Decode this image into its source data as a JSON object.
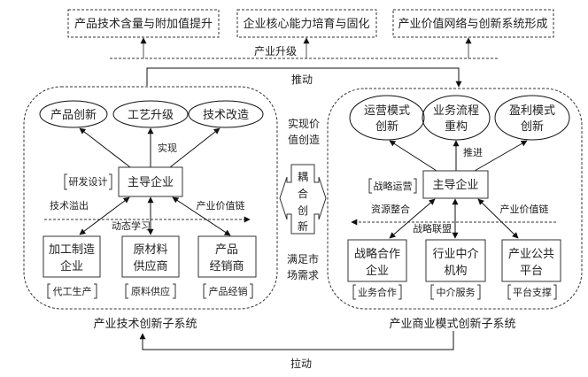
{
  "diagram": {
    "top_outcomes": [
      "产品技术含量与附加值提升",
      "企业核心能力培育与固化",
      "产业价值网络与创新系统形成"
    ],
    "industry_upgrade_label": "产业升级",
    "push_label": "推动",
    "pull_label": "拉动",
    "left_subsystem": {
      "title": "产业技术创新子系统",
      "outcomes": [
        "产品创新",
        "工艺升级",
        "技术改造"
      ],
      "realize_label": "实现",
      "core_firm": "主导企业",
      "core_role": "研发设计",
      "spillover_label": "技术溢出",
      "value_chain_label": "产业价值链",
      "learning_label": "动态学习",
      "partners": [
        {
          "line1": "加工制造",
          "line2": "企业",
          "role": "代工生产"
        },
        {
          "line1": "原材料",
          "line2": "供应商",
          "role": "原料供应"
        },
        {
          "line1": "产品",
          "line2": "经销商",
          "role": "产品经销"
        }
      ]
    },
    "right_subsystem": {
      "title": "产业商业模式创新子系统",
      "outcomes": [
        {
          "line1": "运营模式",
          "line2": "创新"
        },
        {
          "line1": "业务流程",
          "line2": "重构"
        },
        {
          "line1": "盈利模式",
          "line2": "创新"
        }
      ],
      "advance_label": "推进",
      "core_firm": "主导企业",
      "core_role": "战略运营",
      "integration_label": "资源整合",
      "value_chain_label": "产业价值链",
      "alliance_label": "战略联盟",
      "partners": [
        {
          "line1": "战略合作",
          "line2": "企业",
          "role": "业务合作"
        },
        {
          "line1": "行业中介",
          "line2": "机构",
          "role": "中介服务"
        },
        {
          "line1": "产业公共",
          "line2": "平台",
          "role": "平台支撑"
        }
      ]
    },
    "middle": {
      "value_creation": [
        "实现价",
        "值创造"
      ],
      "coupling": [
        "耦",
        "合",
        "创",
        "新"
      ],
      "market_demand": [
        "满足市",
        "场需求"
      ]
    }
  }
}
